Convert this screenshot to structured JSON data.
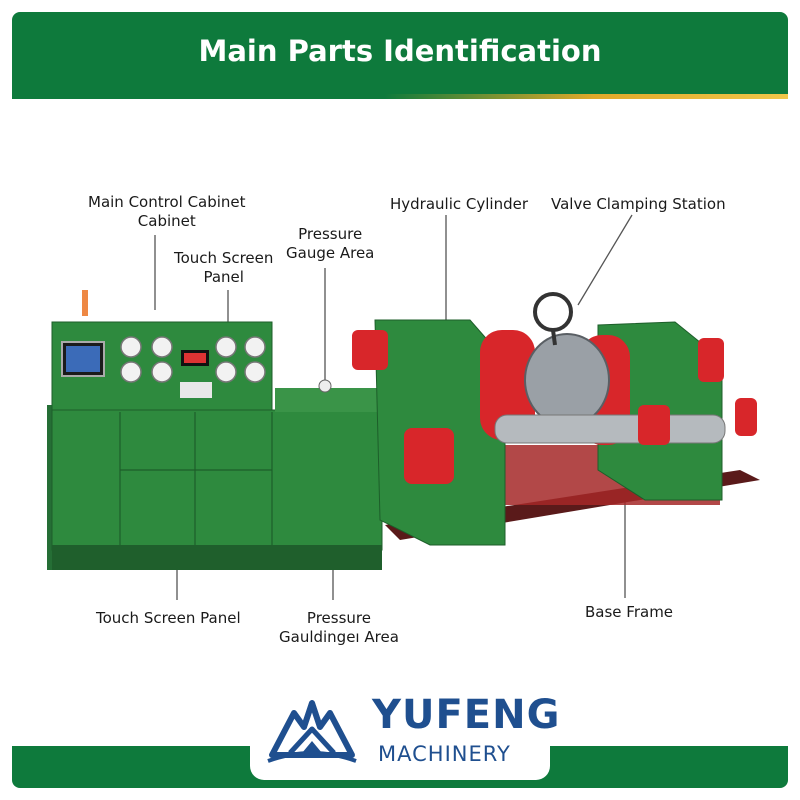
{
  "header": {
    "title": "Main Parts Identification"
  },
  "callouts": {
    "main_control_cabinet": "Main Control Cabinet",
    "main_control_cabinet_2": "Cabinet",
    "touch_screen_top_1": "Touch Screen",
    "touch_screen_top_2": "Panel",
    "pressure_gauge_top_1": "Pressure",
    "pressure_gauge_top_2": "Gauge Area",
    "hydraulic_cylinder": "Hydraulic Cylinder",
    "valve_clamping_station": "Valve Clamping Station",
    "touch_screen_bottom": "Touch Screen Panel",
    "pressure_bottom_1": "Pressure",
    "pressure_bottom_2": "Gauldingeı Area",
    "base_frame": "Base Frame"
  },
  "brand": {
    "name": "YUFENG",
    "sub": "MACHINERY"
  },
  "colors": {
    "brand_green": "#0e7a3c",
    "machine_green": "#2e8a3e",
    "accent_red": "#d8262a",
    "brand_blue": "#1f4f8f",
    "stripe_gold": "#e0a82a"
  }
}
